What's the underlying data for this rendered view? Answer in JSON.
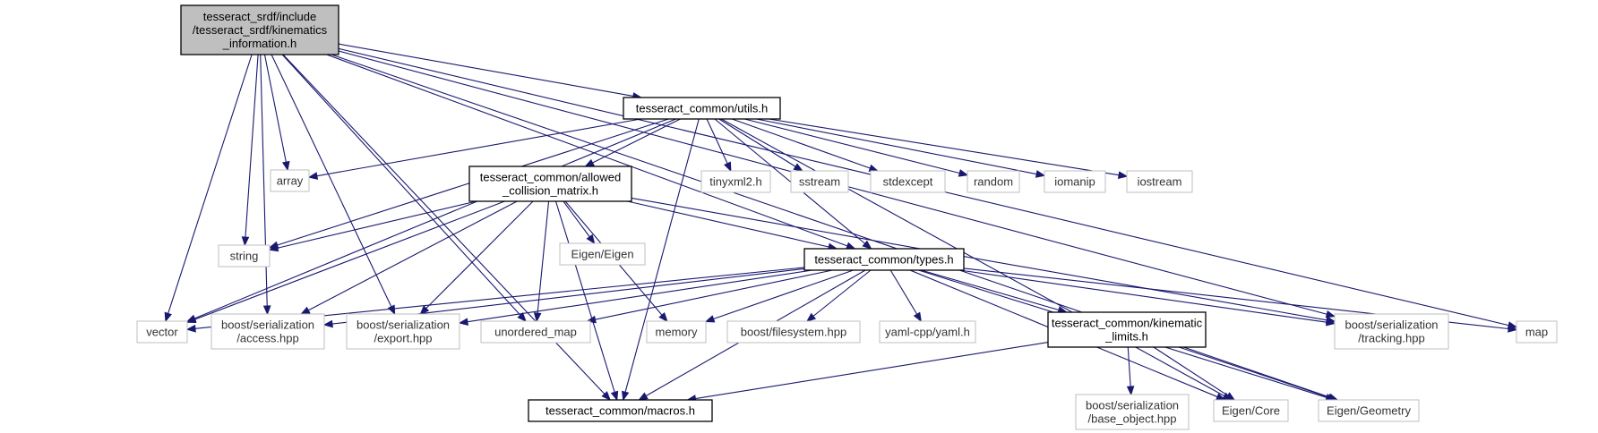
{
  "nodes": [
    {
      "id": "root",
      "lines": [
        "tesseract_srdf/include",
        "/tesseract_srdf/kinematics",
        "_information.h"
      ],
      "kind": "root"
    },
    {
      "id": "utils",
      "lines": [
        "tesseract_common/utils.h"
      ],
      "kind": "internal"
    },
    {
      "id": "acm",
      "lines": [
        "tesseract_common/allowed",
        "_collision_matrix.h"
      ],
      "kind": "internal"
    },
    {
      "id": "types",
      "lines": [
        "tesseract_common/types.h"
      ],
      "kind": "internal"
    },
    {
      "id": "kinlim",
      "lines": [
        "tesseract_common/kinematic",
        "_limits.h"
      ],
      "kind": "internal"
    },
    {
      "id": "macros",
      "lines": [
        "tesseract_common/macros.h"
      ],
      "kind": "internal"
    },
    {
      "id": "array",
      "lines": [
        "array"
      ],
      "kind": "external"
    },
    {
      "id": "string",
      "lines": [
        "string"
      ],
      "kind": "external"
    },
    {
      "id": "vector",
      "lines": [
        "vector"
      ],
      "kind": "external"
    },
    {
      "id": "access",
      "lines": [
        "boost/serialization",
        "/access.hpp"
      ],
      "kind": "external"
    },
    {
      "id": "export",
      "lines": [
        "boost/serialization",
        "/export.hpp"
      ],
      "kind": "external"
    },
    {
      "id": "umap",
      "lines": [
        "unordered_map"
      ],
      "kind": "external"
    },
    {
      "id": "memory",
      "lines": [
        "memory"
      ],
      "kind": "external"
    },
    {
      "id": "filesystem",
      "lines": [
        "boost/filesystem.hpp"
      ],
      "kind": "external"
    },
    {
      "id": "yaml",
      "lines": [
        "yaml-cpp/yaml.h"
      ],
      "kind": "external"
    },
    {
      "id": "tinyxml",
      "lines": [
        "tinyxml2.h"
      ],
      "kind": "external"
    },
    {
      "id": "sstream",
      "lines": [
        "sstream"
      ],
      "kind": "external"
    },
    {
      "id": "stdexcept",
      "lines": [
        "stdexcept"
      ],
      "kind": "external"
    },
    {
      "id": "random",
      "lines": [
        "random"
      ],
      "kind": "external"
    },
    {
      "id": "iomanip",
      "lines": [
        "iomanip"
      ],
      "kind": "external"
    },
    {
      "id": "iostream",
      "lines": [
        "iostream"
      ],
      "kind": "external"
    },
    {
      "id": "eigen",
      "lines": [
        "Eigen/Eigen"
      ],
      "kind": "external"
    },
    {
      "id": "tracking",
      "lines": [
        "boost/serialization",
        "/tracking.hpp"
      ],
      "kind": "external"
    },
    {
      "id": "map",
      "lines": [
        "map"
      ],
      "kind": "external"
    },
    {
      "id": "baseobj",
      "lines": [
        "boost/serialization",
        "/base_object.hpp"
      ],
      "kind": "external"
    },
    {
      "id": "core",
      "lines": [
        "Eigen/Core"
      ],
      "kind": "external"
    },
    {
      "id": "geometry",
      "lines": [
        "Eigen/Geometry"
      ],
      "kind": "external"
    }
  ],
  "edges": [
    [
      "root",
      "utils"
    ],
    [
      "root",
      "array"
    ],
    [
      "root",
      "string"
    ],
    [
      "root",
      "vector"
    ],
    [
      "root",
      "access"
    ],
    [
      "root",
      "export"
    ],
    [
      "root",
      "umap"
    ],
    [
      "root",
      "macros"
    ],
    [
      "root",
      "types"
    ],
    [
      "root",
      "tracking"
    ],
    [
      "root",
      "map"
    ],
    [
      "root",
      "geometry"
    ],
    [
      "utils",
      "acm"
    ],
    [
      "utils",
      "types"
    ],
    [
      "utils",
      "array"
    ],
    [
      "utils",
      "string"
    ],
    [
      "utils",
      "vector"
    ],
    [
      "utils",
      "macros"
    ],
    [
      "utils",
      "tinyxml"
    ],
    [
      "utils",
      "sstream"
    ],
    [
      "utils",
      "stdexcept"
    ],
    [
      "utils",
      "random"
    ],
    [
      "utils",
      "iomanip"
    ],
    [
      "utils",
      "iostream"
    ],
    [
      "utils",
      "core"
    ],
    [
      "acm",
      "string"
    ],
    [
      "acm",
      "vector"
    ],
    [
      "acm",
      "access"
    ],
    [
      "acm",
      "export"
    ],
    [
      "acm",
      "umap"
    ],
    [
      "acm",
      "eigen"
    ],
    [
      "acm",
      "macros"
    ],
    [
      "acm",
      "memory"
    ],
    [
      "acm",
      "types"
    ],
    [
      "acm",
      "tracking"
    ],
    [
      "types",
      "vector"
    ],
    [
      "types",
      "access"
    ],
    [
      "types",
      "export"
    ],
    [
      "types",
      "umap"
    ],
    [
      "types",
      "memory"
    ],
    [
      "types",
      "filesystem"
    ],
    [
      "types",
      "yaml"
    ],
    [
      "types",
      "kinlim"
    ],
    [
      "types",
      "macros"
    ],
    [
      "types",
      "tracking"
    ],
    [
      "types",
      "map"
    ],
    [
      "types",
      "core"
    ],
    [
      "types",
      "geometry"
    ],
    [
      "kinlim",
      "macros"
    ],
    [
      "kinlim",
      "baseobj"
    ],
    [
      "kinlim",
      "core"
    ],
    [
      "kinlim",
      "geometry"
    ]
  ]
}
